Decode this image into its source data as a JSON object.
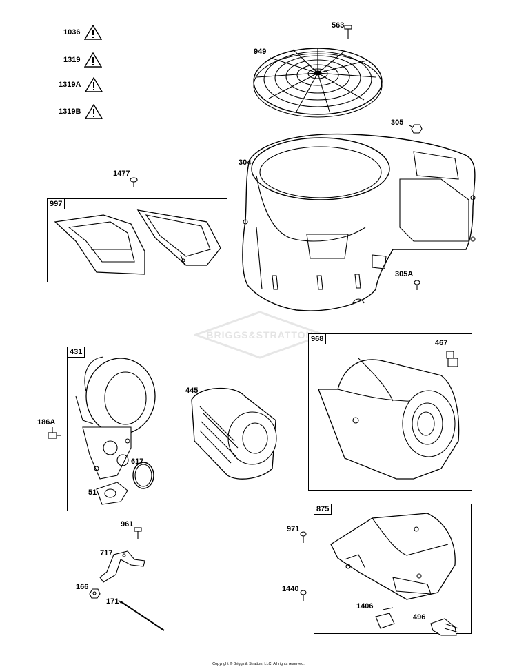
{
  "warnings": [
    "1036",
    "1319",
    "1319A",
    "1319B"
  ],
  "parts": {
    "p563": "563",
    "p949": "949",
    "p305": "305",
    "p304": "304",
    "p1477": "1477",
    "p305A": "305A",
    "p467": "467",
    "p186A": "186A",
    "p445": "445",
    "p617": "617",
    "p51": "51",
    "p961": "961",
    "p717": "717",
    "p166": "166",
    "p171": "171",
    "p971": "971",
    "p1440": "1440",
    "p1406": "1406",
    "p496": "496"
  },
  "kits": {
    "k997": "997",
    "k431": "431",
    "k968": "968",
    "k875": "875"
  },
  "watermark": "BRIGGS&STRATTON",
  "copyright": "Copyright © Briggs & Stratton, LLC. All rights reserved."
}
